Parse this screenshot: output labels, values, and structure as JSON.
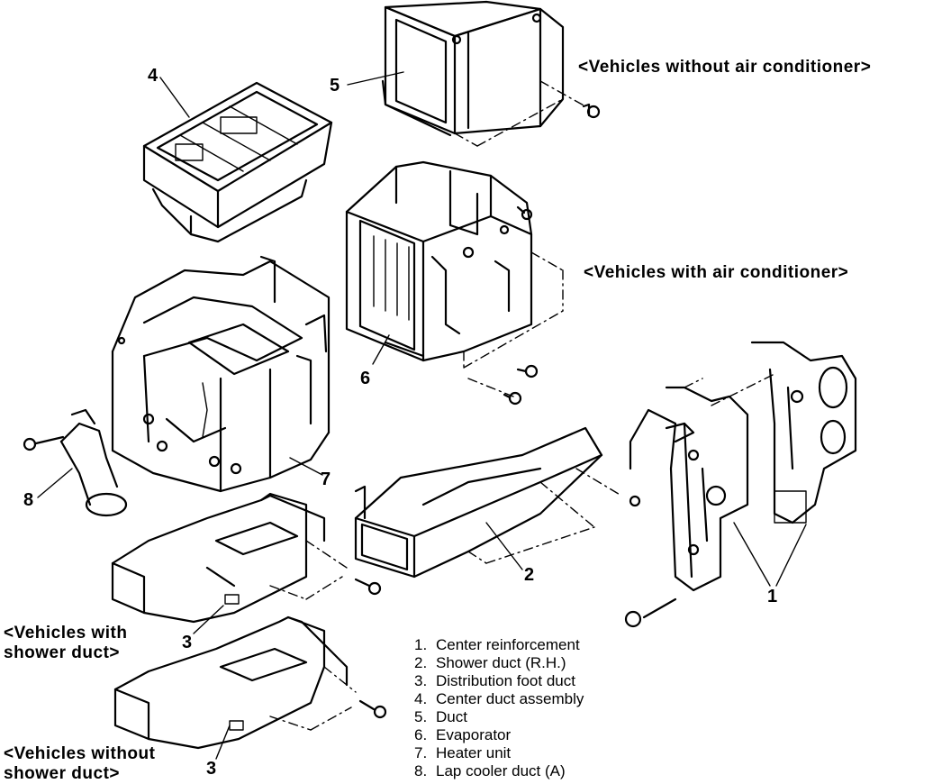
{
  "headings": {
    "without_ac": "<Vehicles without air conditioner>",
    "with_ac": "<Vehicles with air conditioner>",
    "with_shower": "<Vehicles with shower duct>",
    "without_shower": "<Vehicles without shower duct>"
  },
  "callouts": {
    "c1": "1",
    "c2": "2",
    "c3a": "3",
    "c3b": "3",
    "c4": "4",
    "c5": "5",
    "c6": "6",
    "c7": "7",
    "c8": "8"
  },
  "legend": [
    {
      "num": "1.",
      "label": "Center reinforcement"
    },
    {
      "num": "2.",
      "label": "Shower duct (R.H.)"
    },
    {
      "num": "3.",
      "label": "Distribution foot duct"
    },
    {
      "num": "4.",
      "label": "Center duct assembly"
    },
    {
      "num": "5.",
      "label": "Duct"
    },
    {
      "num": "6.",
      "label": "Evaporator"
    },
    {
      "num": "7.",
      "label": "Heater unit"
    },
    {
      "num": "8.",
      "label": "Lap cooler duct (A)"
    }
  ]
}
